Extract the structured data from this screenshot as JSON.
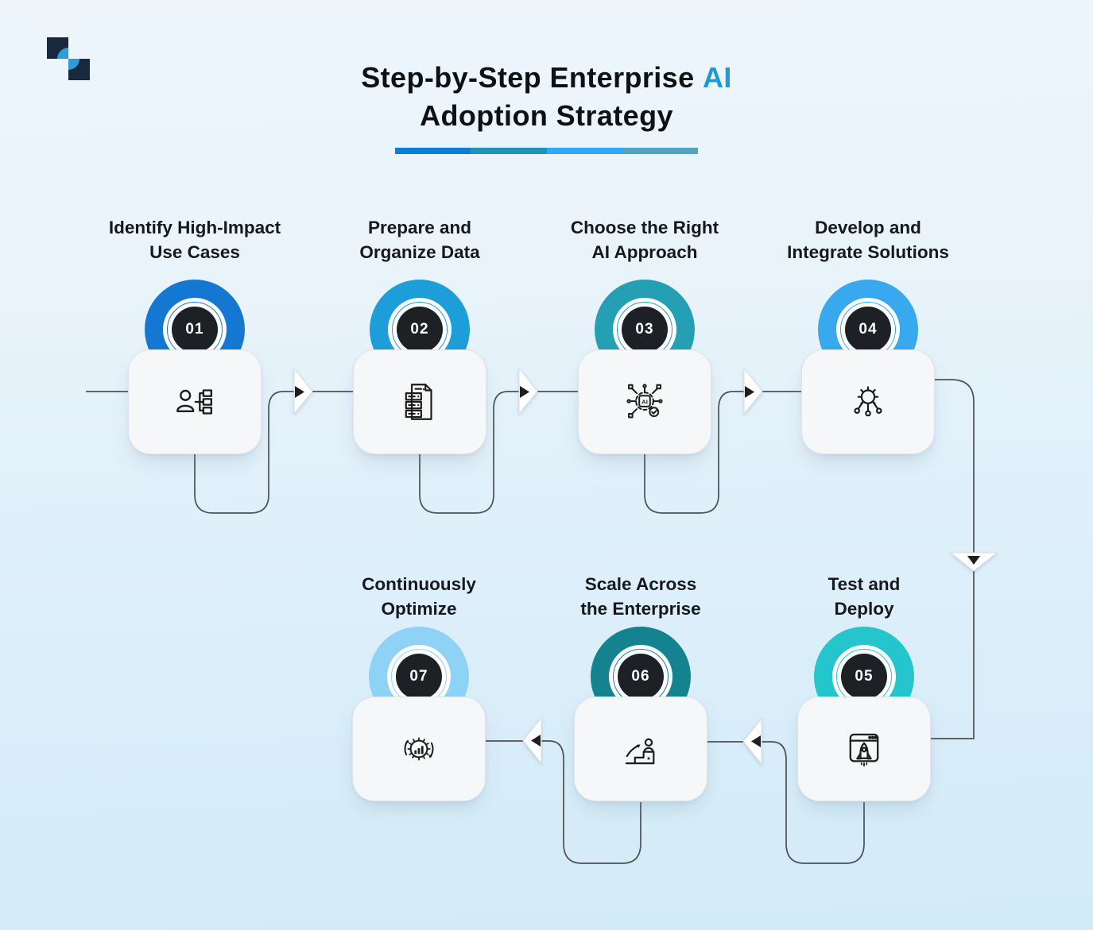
{
  "header": {
    "title_line1_main": "Step-by-Step Enterprise",
    "title_line1_accent": "AI",
    "title_line2": "Adoption Strategy",
    "accent_color": "#1d9bd7",
    "bar_colors": [
      "#0e7fd0",
      "#2292bb",
      "#31aaf3",
      "#4ba6c4"
    ]
  },
  "logo": {
    "navy": "#16293e",
    "blue": "#2f9cd8"
  },
  "steps": [
    {
      "number": "01",
      "title_line1": "Identify High-Impact",
      "title_line2": "Use Cases",
      "color": "#1478d2",
      "icon": "user-hierarchy-icon"
    },
    {
      "number": "02",
      "title_line1": "Prepare and",
      "title_line2": "Organize Data",
      "color": "#1e9ed8",
      "icon": "data-document-icon"
    },
    {
      "number": "03",
      "title_line1": "Choose the Right",
      "title_line2": "AI Approach",
      "color": "#259fb4",
      "icon": "ai-chip-check-icon"
    },
    {
      "number": "04",
      "title_line1": "Develop and",
      "title_line2": "Integrate Solutions",
      "color": "#38a9ef",
      "icon": "gear-integration-icon"
    },
    {
      "number": "05",
      "title_line1": "Test and",
      "title_line2": "Deploy",
      "color": "#25c5cd",
      "icon": "rocket-launch-icon"
    },
    {
      "number": "06",
      "title_line1": "Scale Across",
      "title_line2": "the Enterprise",
      "color": "#15838f",
      "icon": "growth-steps-icon"
    },
    {
      "number": "07",
      "title_line1": "Continuously",
      "title_line2": "Optimize",
      "color": "#8ed3f5",
      "icon": "optimize-gear-icon"
    }
  ]
}
